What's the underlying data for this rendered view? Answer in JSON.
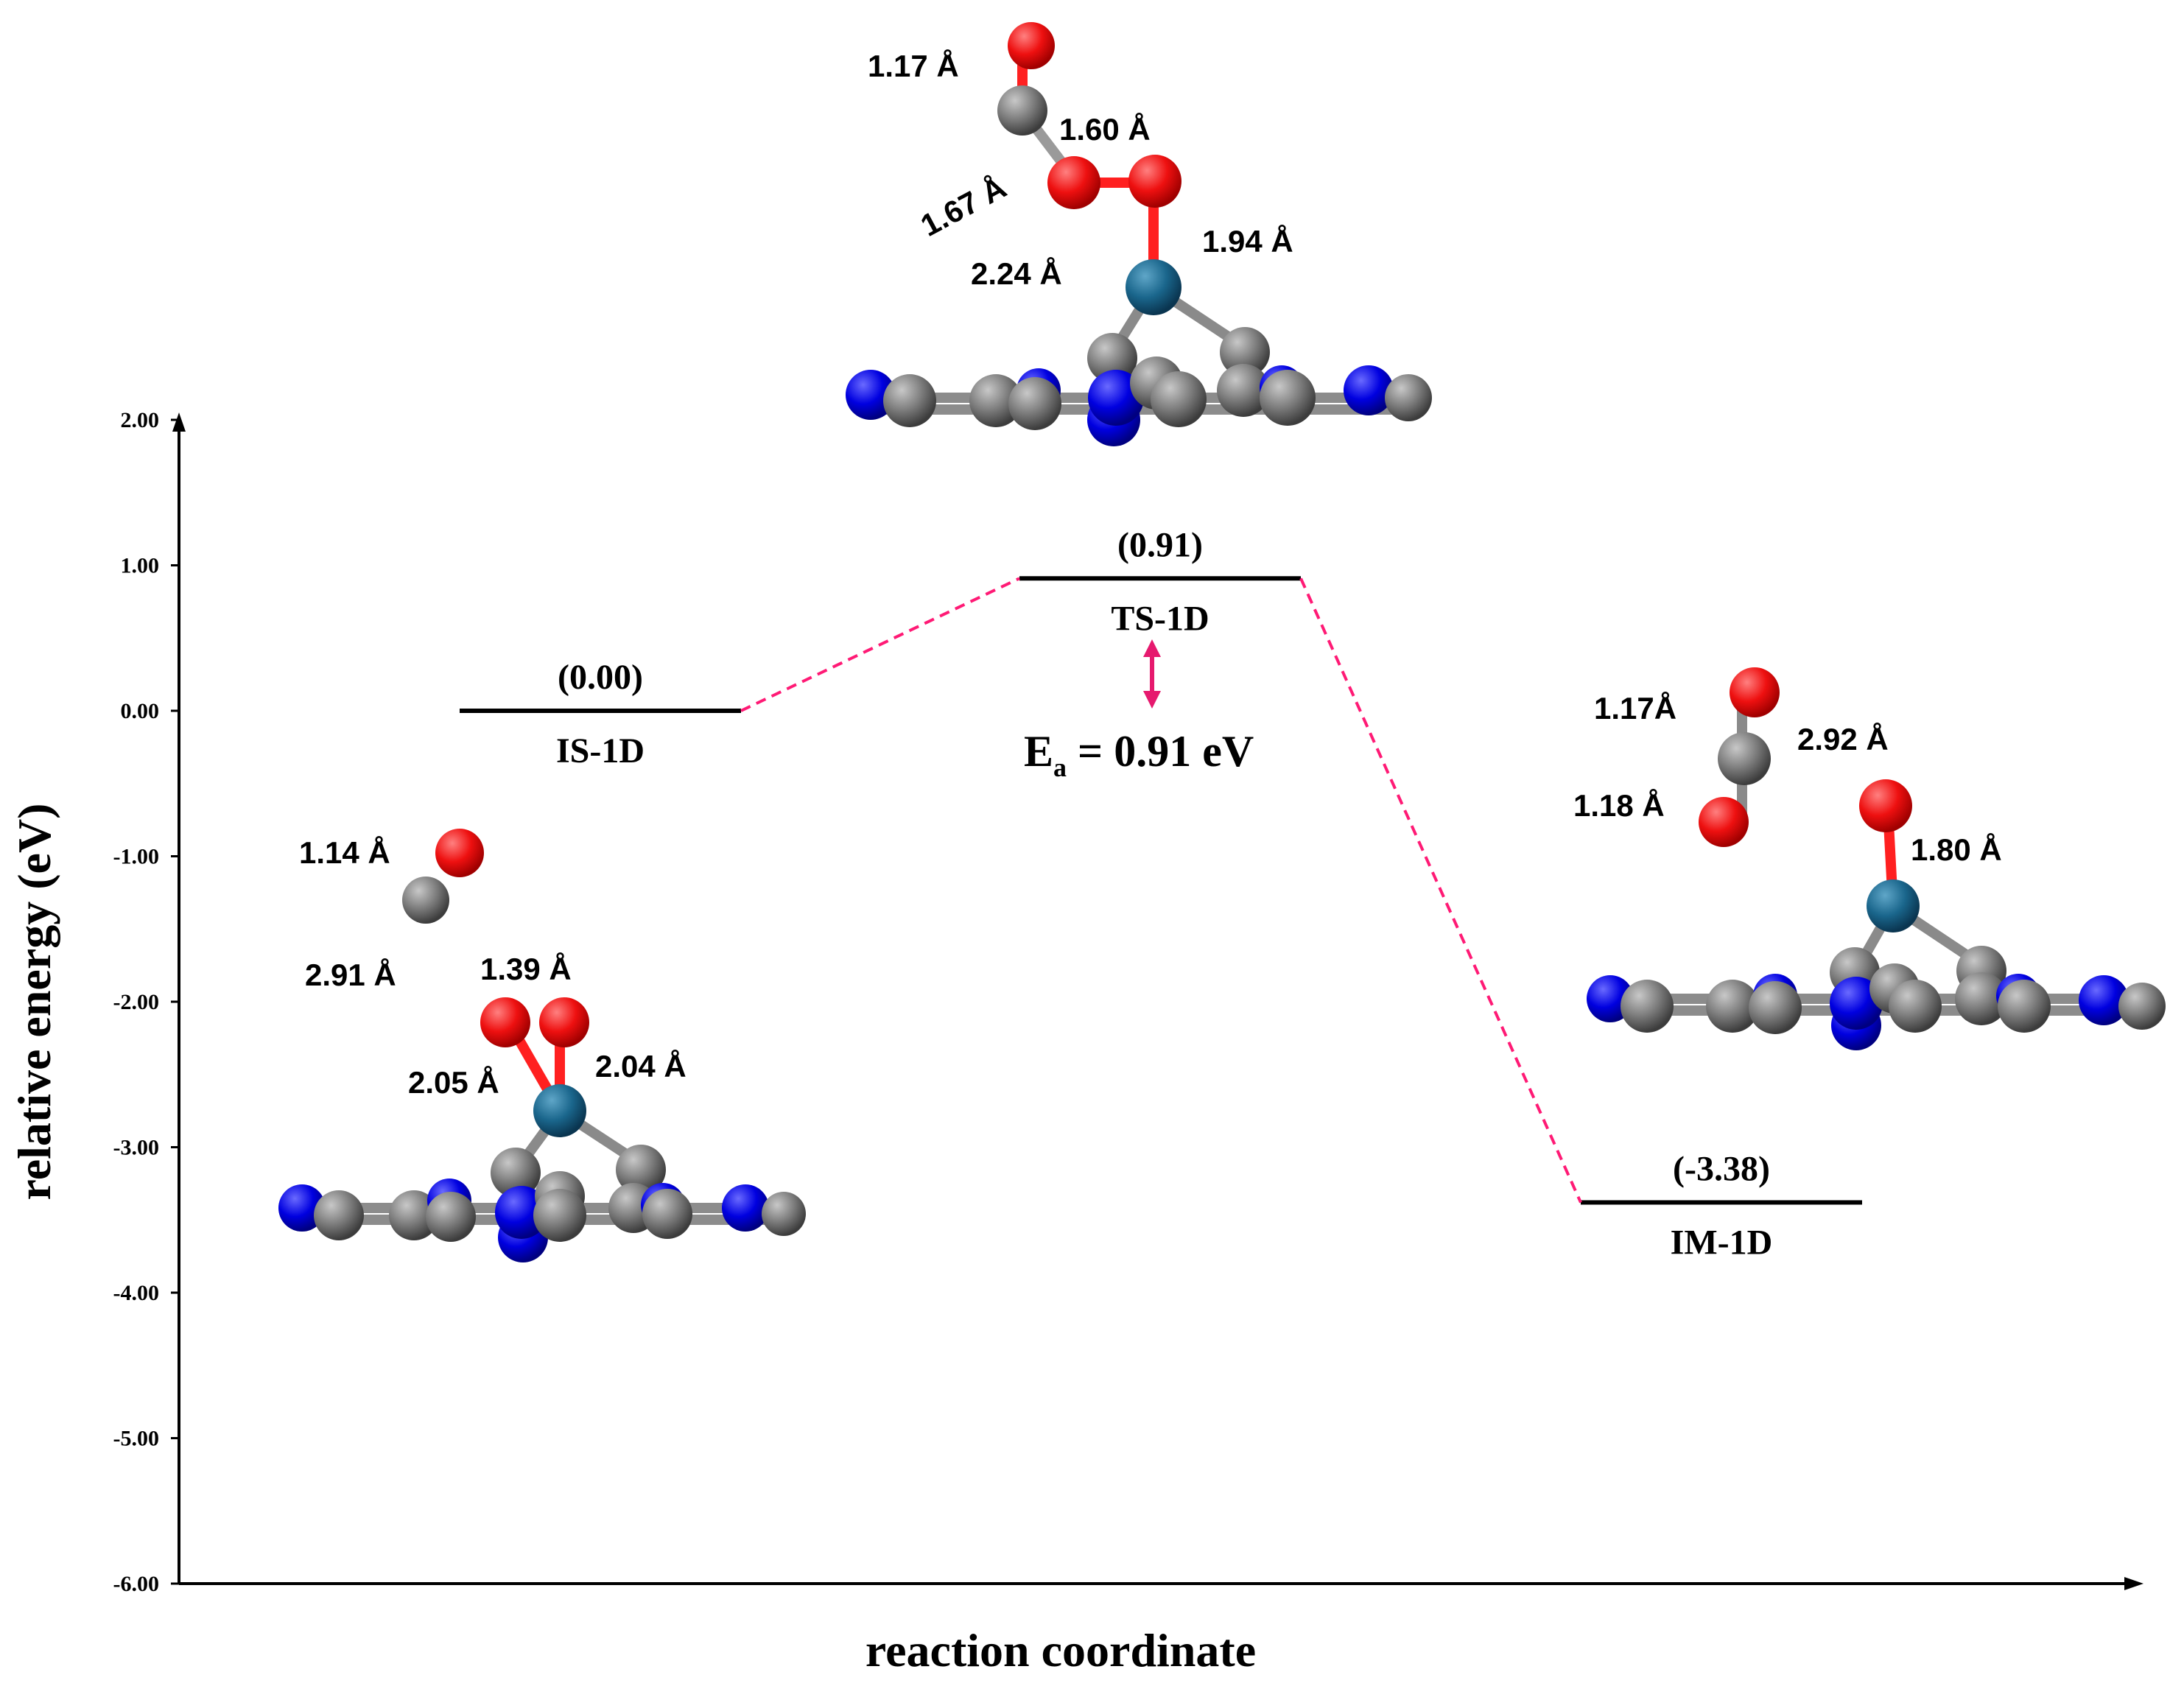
{
  "chart_data": {
    "type": "energy-profile",
    "xlabel": "reaction coordinate",
    "ylabel": "relative energy (eV)",
    "ylim": [
      -6.0,
      2.0
    ],
    "yticks": [
      "2.00",
      "1.00",
      "0.00",
      "-1.00",
      "-2.00",
      "-3.00",
      "-4.00",
      "-5.00",
      "-6.00"
    ],
    "ytick_values": [
      2,
      1,
      0,
      -1,
      -2,
      -3,
      -4,
      -5,
      -6
    ],
    "levels": [
      {
        "name": "IS-1D",
        "energy": 0.0,
        "label": "(0.00)"
      },
      {
        "name": "TS-1D",
        "energy": 0.91,
        "label": "(0.91)"
      },
      {
        "name": "IM-1D",
        "energy": -3.38,
        "label": "(-3.38)"
      }
    ],
    "barrier": {
      "symbol": "E",
      "subscript": "a",
      "text": " = 0.91 eV"
    },
    "colors": {
      "axis": "#000000",
      "level": "#000000",
      "connector": "#ff1a75",
      "arrow": "#e6196e",
      "oxygen": "#ff0000",
      "carbon": "#808080",
      "nitrogen": "#0000ee",
      "metal": "#1f6f94"
    }
  },
  "structures": {
    "is": {
      "bonds": [
        "1.14 Å",
        "2.91 Å",
        "1.39 Å",
        "2.05 Å",
        "2.04 Å"
      ]
    },
    "ts": {
      "bonds": [
        "1.17 Å",
        "1.60 Å",
        "1.67 Å",
        "1.94 Å",
        "2.24 Å"
      ]
    },
    "im": {
      "bonds": [
        "1.17Å",
        "2.92 Å",
        "1.18 Å",
        "1.80 Å"
      ]
    }
  }
}
